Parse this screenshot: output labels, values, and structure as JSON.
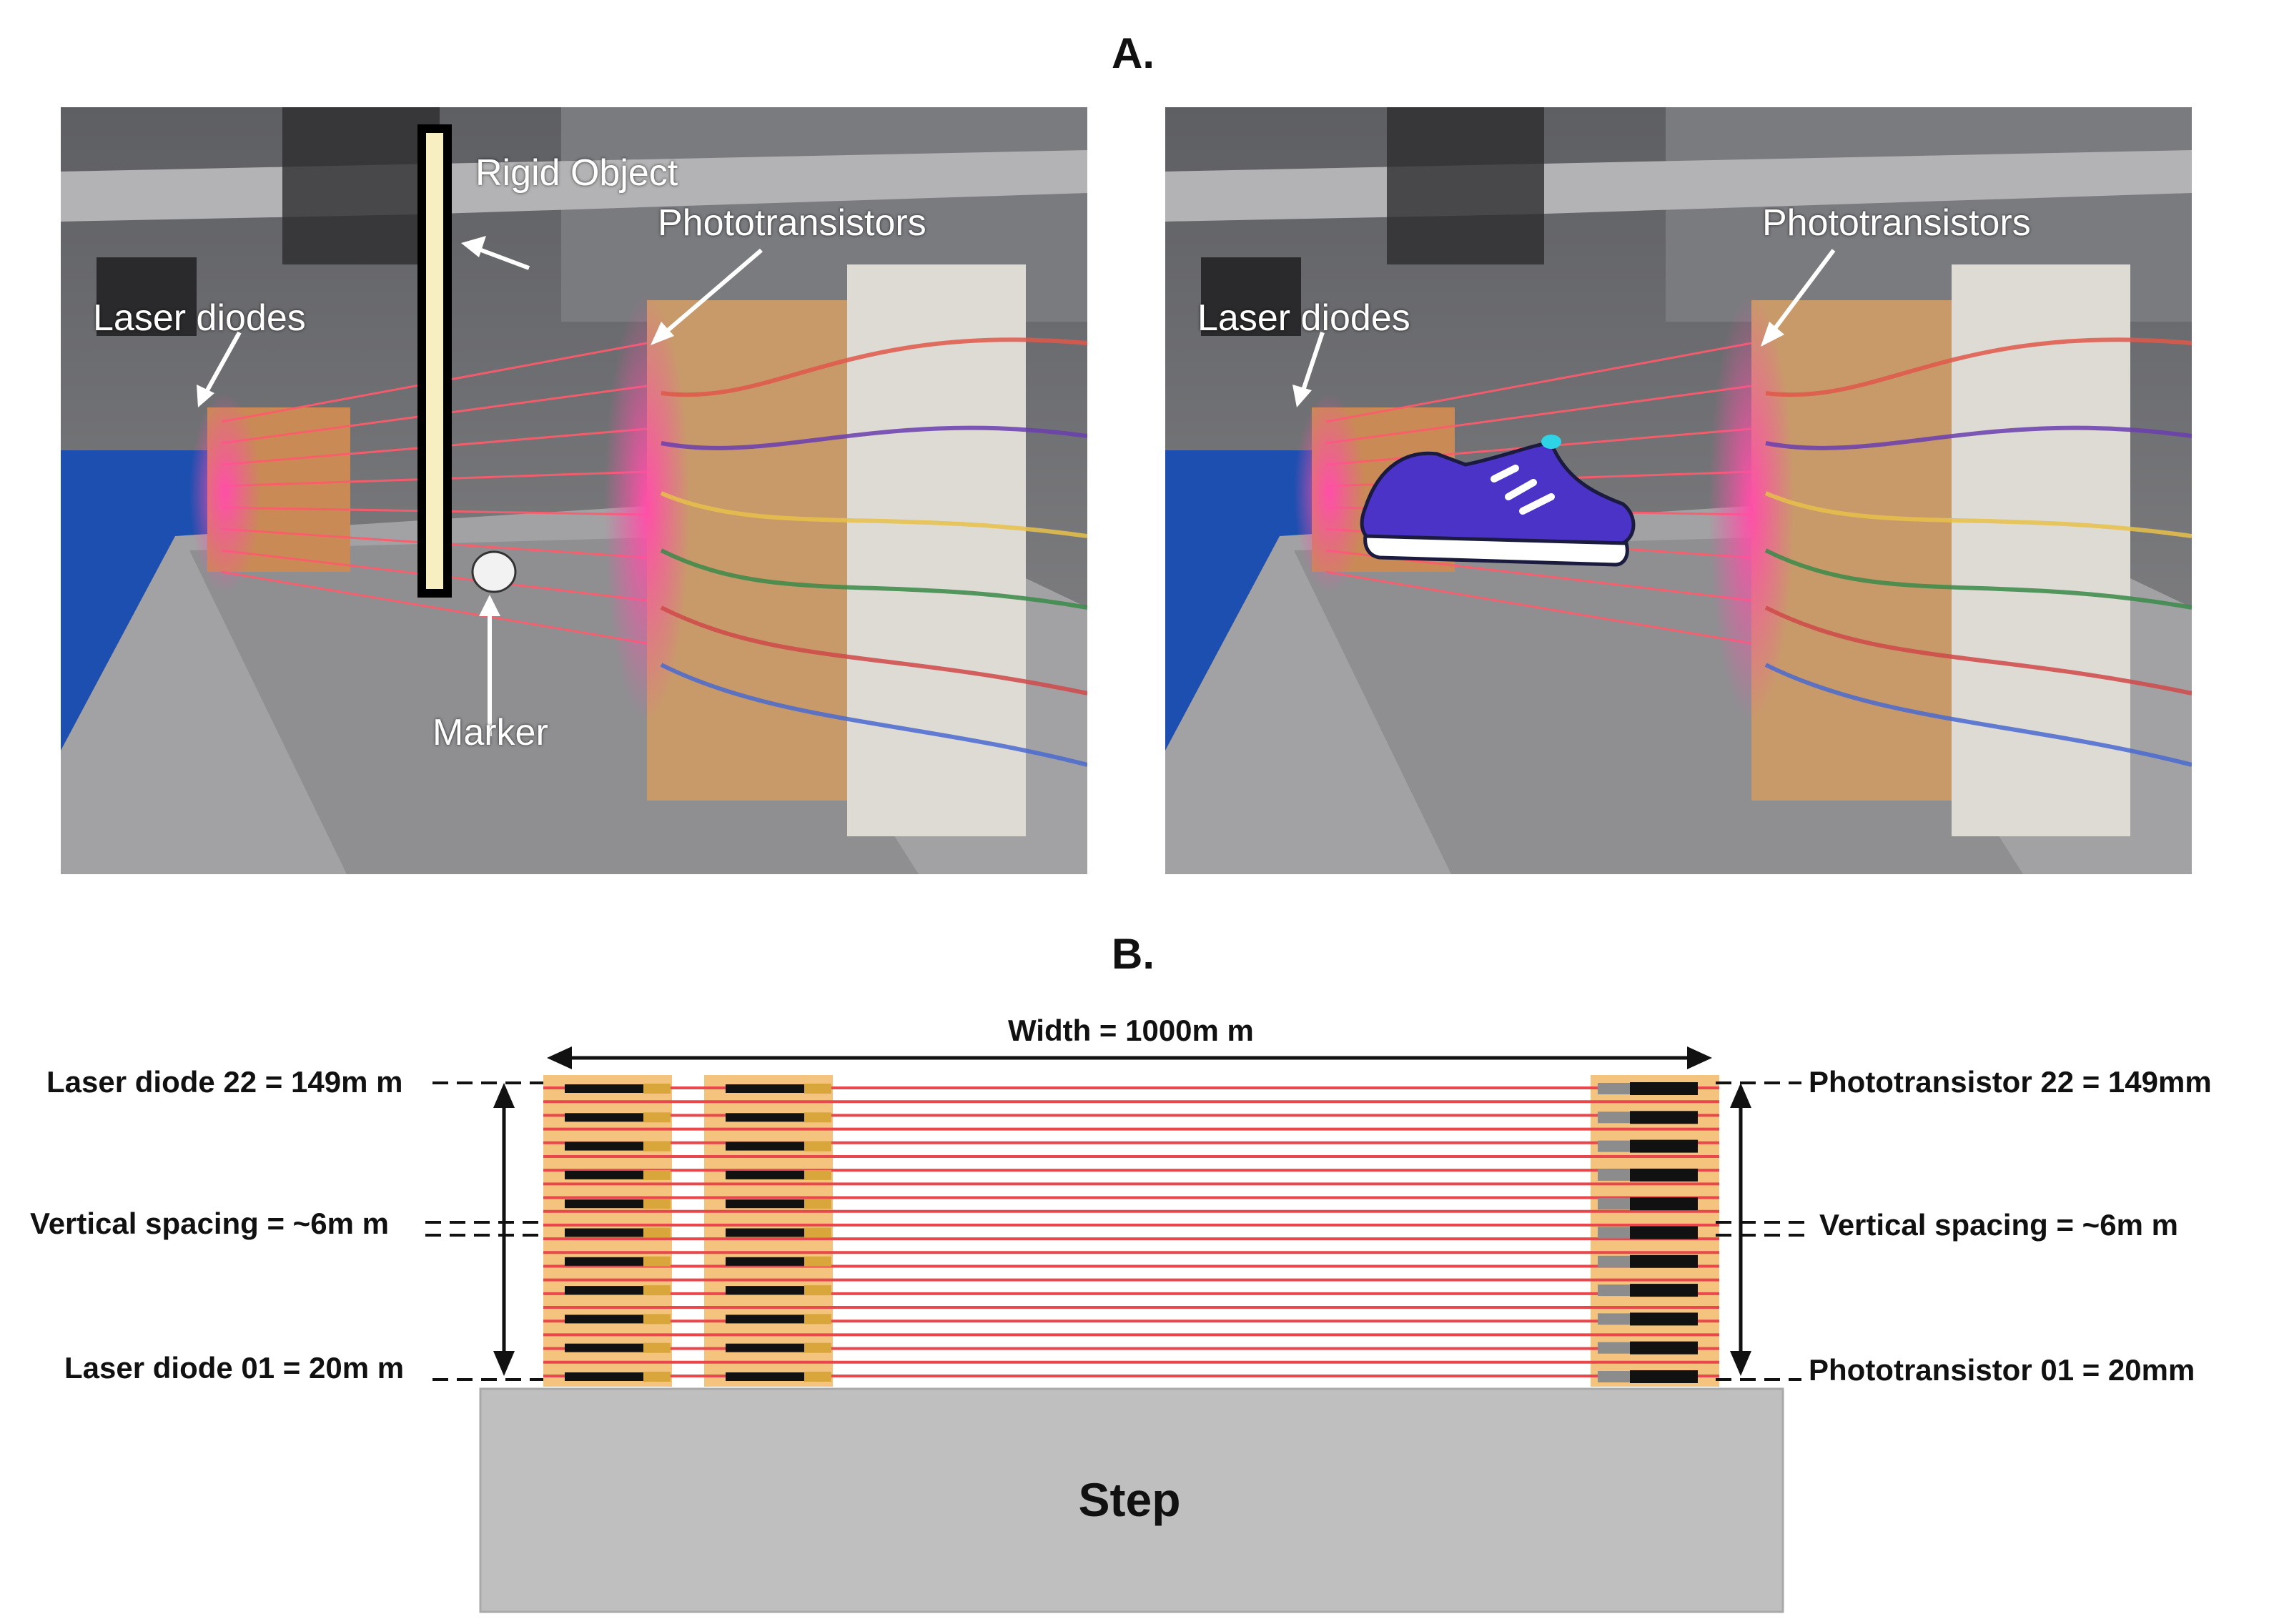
{
  "panel_a": {
    "title": "A.",
    "left_photo": {
      "labels": {
        "rigid_object": "Rigid Object",
        "phototransistors": "Phototransistors",
        "laser_diodes": "Laser diodes",
        "marker": "Marker"
      }
    },
    "right_photo": {
      "labels": {
        "phototransistors": "Phototransistors",
        "laser_diodes": "Laser diodes"
      }
    }
  },
  "panel_b": {
    "title": "B.",
    "width_label": "Width = 1000m m",
    "left_labels": {
      "top": "Laser diode 22 = 149m m",
      "middle": "Vertical spacing = ~6m m",
      "bottom": "Laser diode 01 = 20m m"
    },
    "right_labels": {
      "top": "Phototransistor 22 = 149mm",
      "middle": "Vertical spacing = ~6m m",
      "bottom": "Phototransistor 01 = 20mm"
    },
    "step_label": "Step",
    "beam_count": 22,
    "colors": {
      "beam": "#e8474b",
      "mount": "#f4c47f",
      "step": "#bfbfbf",
      "sensor": "#111111"
    }
  }
}
